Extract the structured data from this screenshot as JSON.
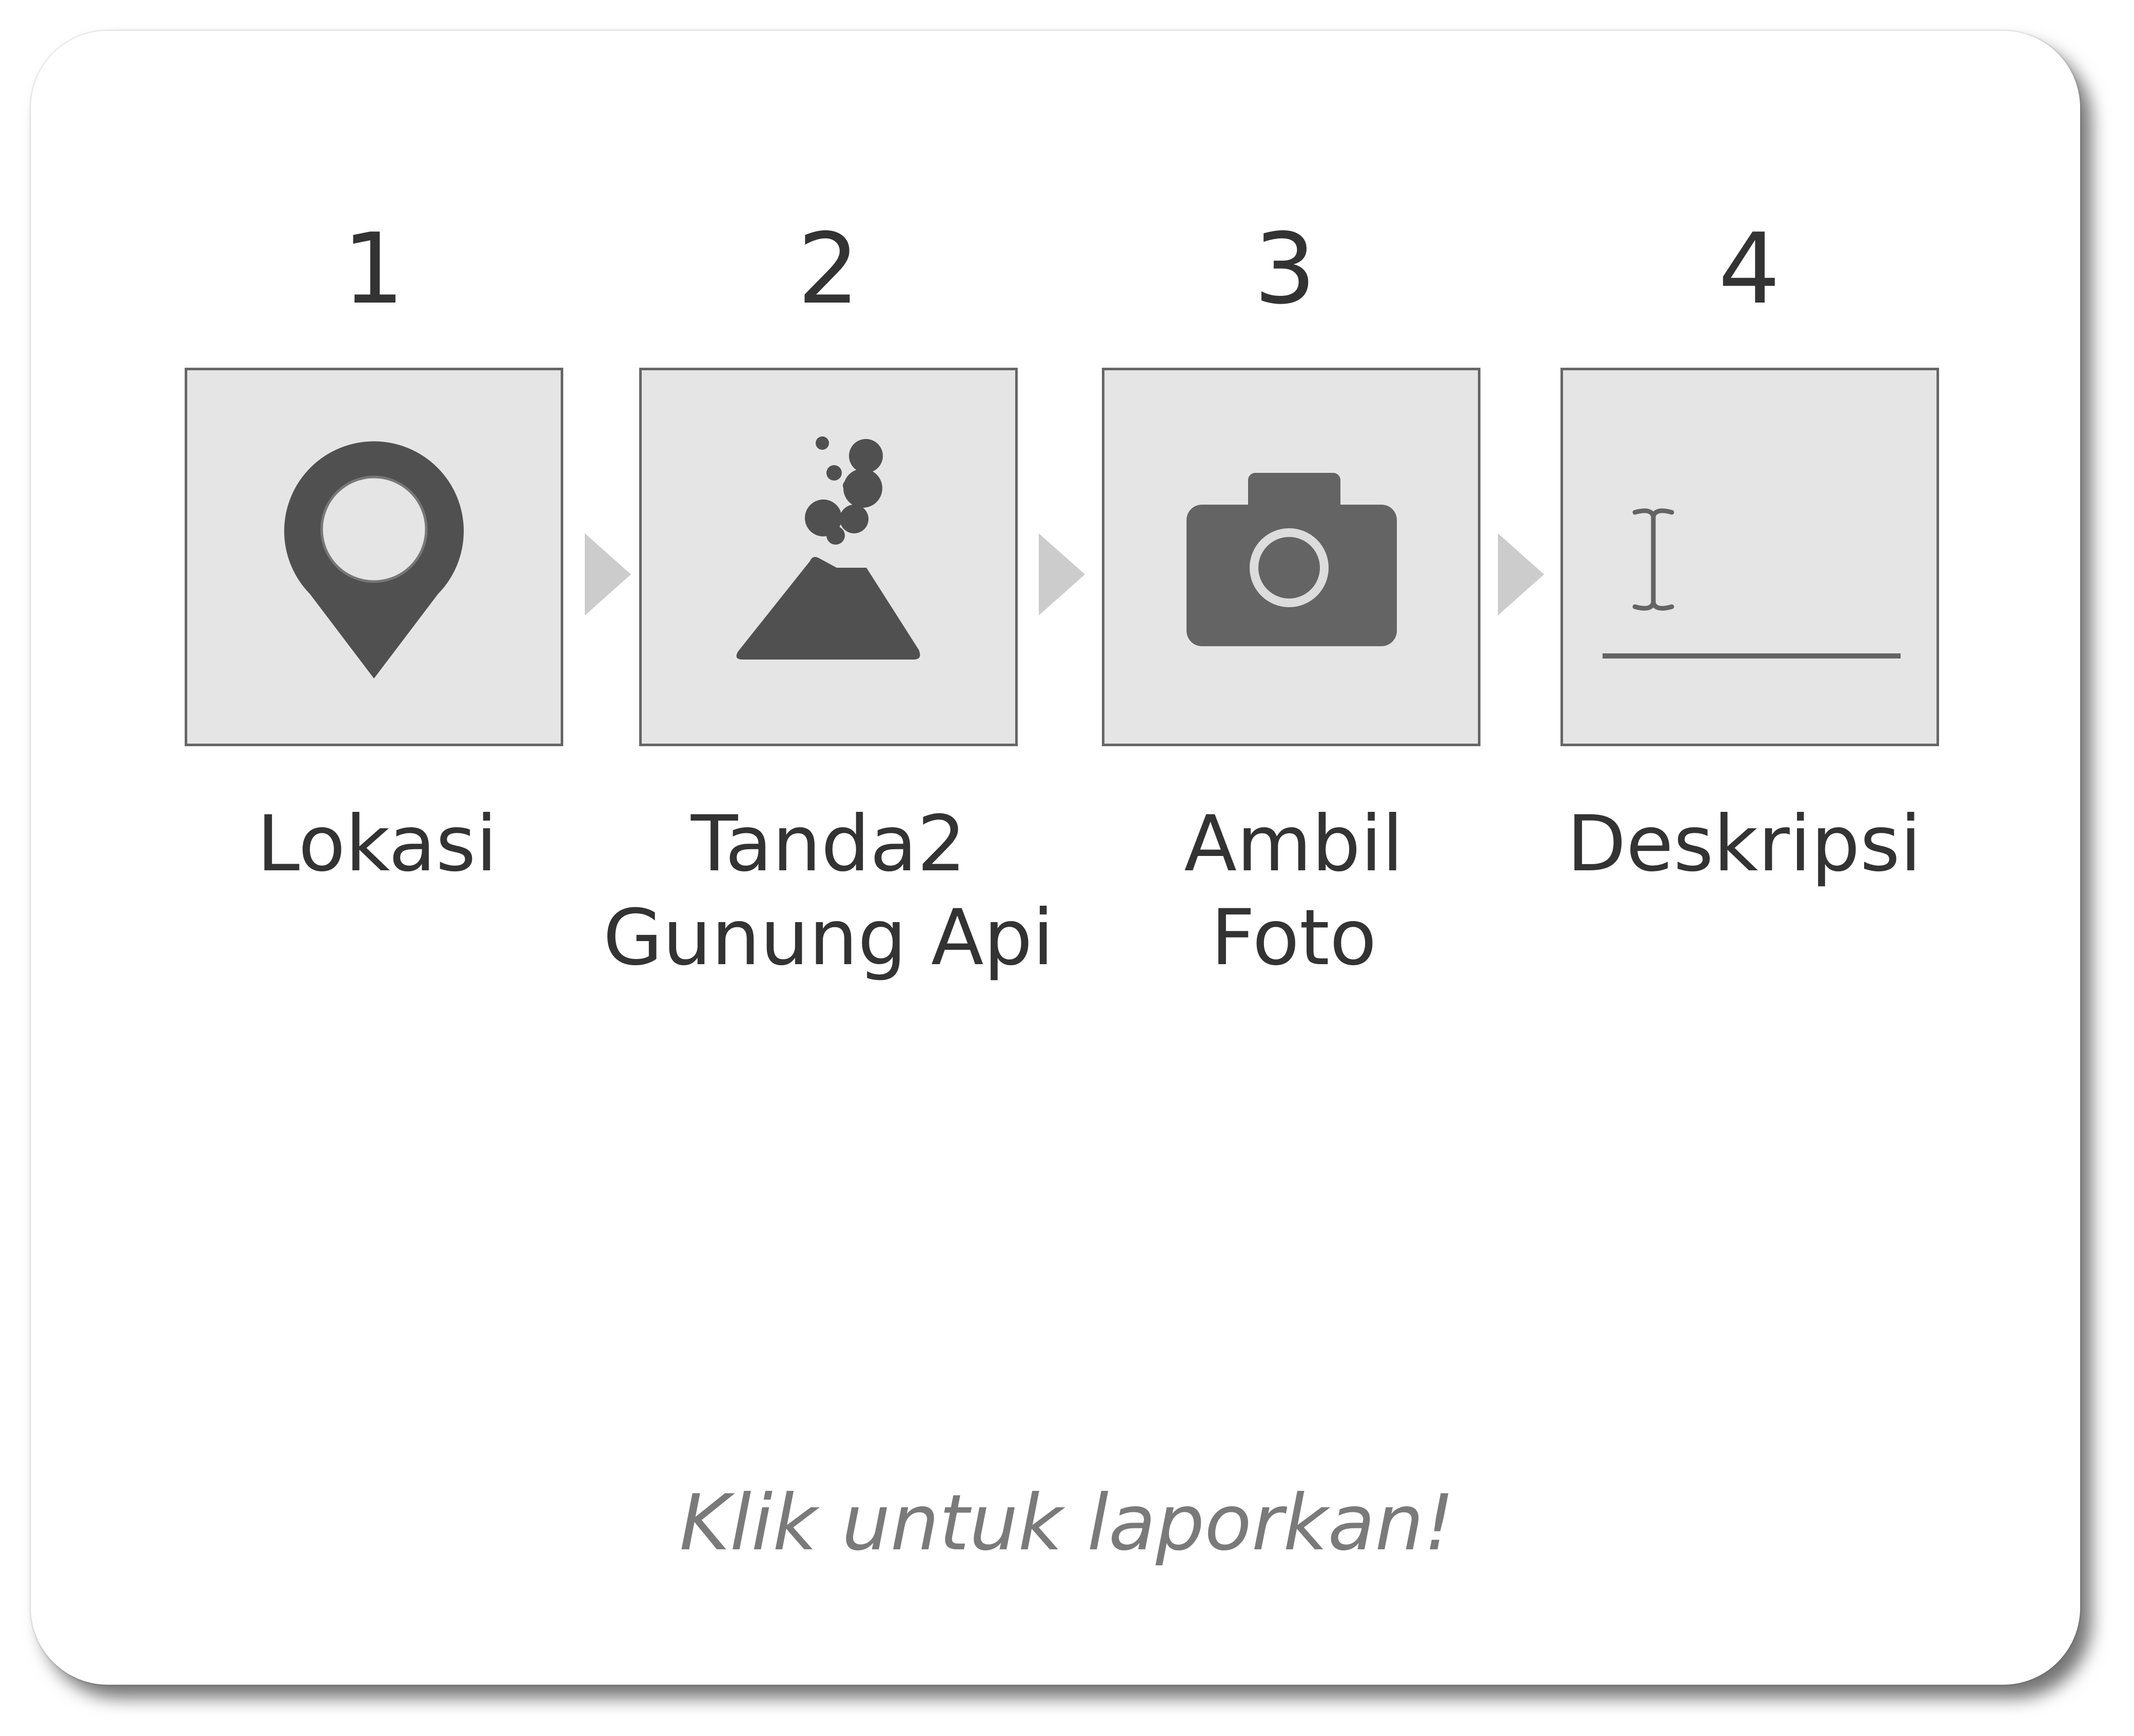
{
  "steps": [
    {
      "number": "1",
      "label_lines": [
        "Lokasi"
      ],
      "icon": "location-pin-icon"
    },
    {
      "number": "2",
      "label_lines": [
        "Tanda2",
        "Gunung Api"
      ],
      "icon": "volcano-icon"
    },
    {
      "number": "3",
      "label_lines": [
        "Ambil",
        "Foto"
      ],
      "icon": "camera-icon"
    },
    {
      "number": "4",
      "label_lines": [
        "Deskripsi"
      ],
      "icon": "text-cursor-icon"
    }
  ],
  "call_to_action": "Klik untuk laporkan!",
  "colors": {
    "box_fill": "#e5e5e5",
    "box_border": "#666666",
    "icon_fill": "#505050",
    "arrow_fill": "#cccccc",
    "text": "#333333",
    "cta_text": "#7a7a7a"
  }
}
